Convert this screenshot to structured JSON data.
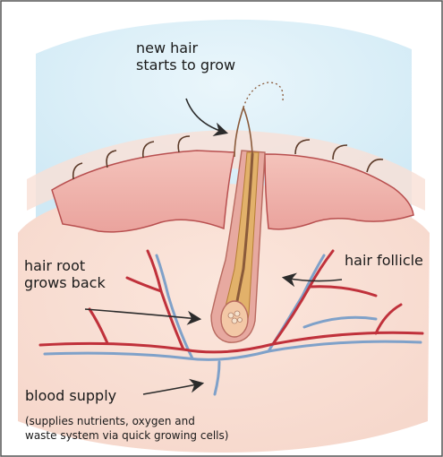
{
  "labels": {
    "new_hair": [
      "new hair",
      "starts to grow"
    ],
    "hair_follicle": "hair follicle",
    "hair_root": [
      "hair root",
      "grows back"
    ],
    "blood_supply": "blood supply",
    "blood_supply_note": [
      "(supplies nutrients, oxygen and",
      "waste system via quick growing cells)"
    ]
  },
  "colors": {
    "sky": "#d6eef8",
    "skin_surface": "#f6d3c5",
    "dermis": "#f2b9b3",
    "dermis_edge": "#b84f4f",
    "deep_tissue": "#f7ddd3",
    "hair": "#8a5a3a",
    "follicle_outer": "#e7a9a0",
    "follicle_inner": "#e2b16a",
    "artery": "#c0313b",
    "vein": "#7fa1c9",
    "arrow": "#2b2b2b"
  }
}
